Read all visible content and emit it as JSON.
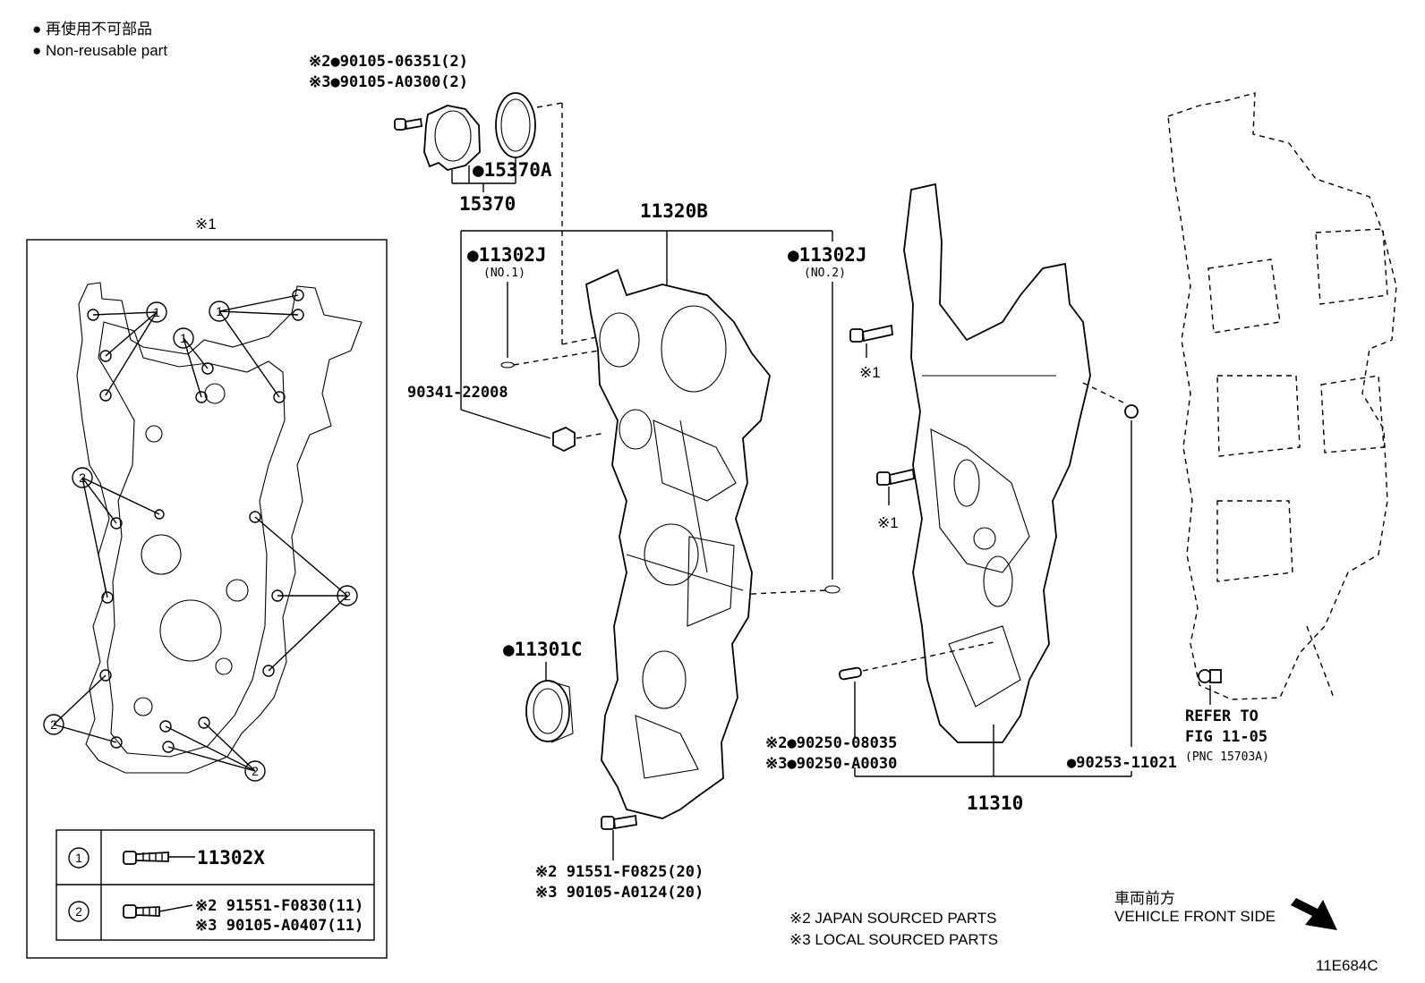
{
  "legend": {
    "jp": "● 再使用不可部品",
    "en": "● Non-reusable part"
  },
  "oil_seal_bolts": {
    "line1": "※2●90105-06351(2)",
    "line2": "※3●90105-A0300(2)"
  },
  "labels": {
    "p15370A": "●15370A",
    "p15370": "15370",
    "p11320B": "11320B",
    "p11302J_1": "●11302J",
    "no1": "(NO.1)",
    "p11302J_2": "●11302J",
    "no2": "(NO.2)",
    "p90341": "90341-22008",
    "p11301C": "●11301C",
    "bolt_note_1a": "※1",
    "bolt_note_1b": "※1",
    "p90250_a": "※2●90250-08035",
    "p90250_b": "※3●90250-A0030",
    "p90253": "●90253-11021",
    "p11310": "11310",
    "bottom_bolt_a": "※2 91551-F0825(20)",
    "bottom_bolt_b": "※3 90105-A0124(20)",
    "refer1": "REFER TO",
    "refer2": "FIG 11-05",
    "refer3": "(PNC 15703A)"
  },
  "inset": {
    "title": "※1",
    "callout1": "1",
    "callout2": "2",
    "table": {
      "row1_num": "1",
      "row1_part": "11302X",
      "row2_num": "2",
      "row2_a": "※2 91551-F0830(11)",
      "row2_b": "※3 90105-A0407(11)"
    }
  },
  "notes": {
    "japan": "※2 JAPAN SOURCED PARTS",
    "local": "※3 LOCAL SOURCED PARTS"
  },
  "direction": {
    "jp": "車両前方",
    "en": "VEHICLE FRONT SIDE"
  },
  "figure_code": "11E684C"
}
